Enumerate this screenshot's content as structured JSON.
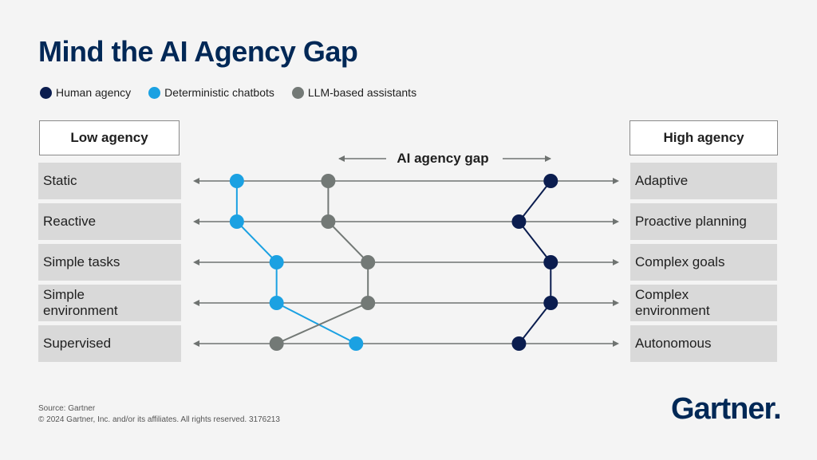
{
  "title": "Mind the AI Agency Gap",
  "legend": [
    {
      "label": "Human agency",
      "color": "#0b1d4f"
    },
    {
      "label": "Deterministic chatbots",
      "color": "#1ba1e2"
    },
    {
      "label": "LLM-based assistants",
      "color": "#737976"
    }
  ],
  "headers": {
    "left": "Low agency",
    "right": "High agency"
  },
  "gap_label": "AI agency gap",
  "source": {
    "line1": "Source: Gartner",
    "line2": "© 2024 Gartner, Inc. and/or its affiliates. All rights reserved. 3176213"
  },
  "logo": {
    "text": "Gartner",
    "dot": "."
  },
  "chart_data": {
    "type": "line",
    "categories": [
      {
        "low": "Static",
        "high": "Adaptive"
      },
      {
        "low": "Reactive",
        "high": "Proactive planning"
      },
      {
        "low": "Simple tasks",
        "high": "Complex goals"
      },
      {
        "low": "Simple environment",
        "high": "Complex environment"
      },
      {
        "low": "Supervised",
        "high": "Autonomous"
      }
    ],
    "x_range": [
      0,
      1
    ],
    "series": [
      {
        "name": "Deterministic chatbots",
        "color": "#1ba1e2",
        "values": [
          0.07,
          0.07,
          0.17,
          0.17,
          0.37
        ]
      },
      {
        "name": "LLM-based assistants",
        "color": "#737976",
        "values": [
          0.3,
          0.3,
          0.4,
          0.4,
          0.17
        ]
      },
      {
        "name": "Human agency",
        "color": "#0b1d4f",
        "values": [
          0.86,
          0.78,
          0.86,
          0.86,
          0.78
        ]
      }
    ]
  }
}
